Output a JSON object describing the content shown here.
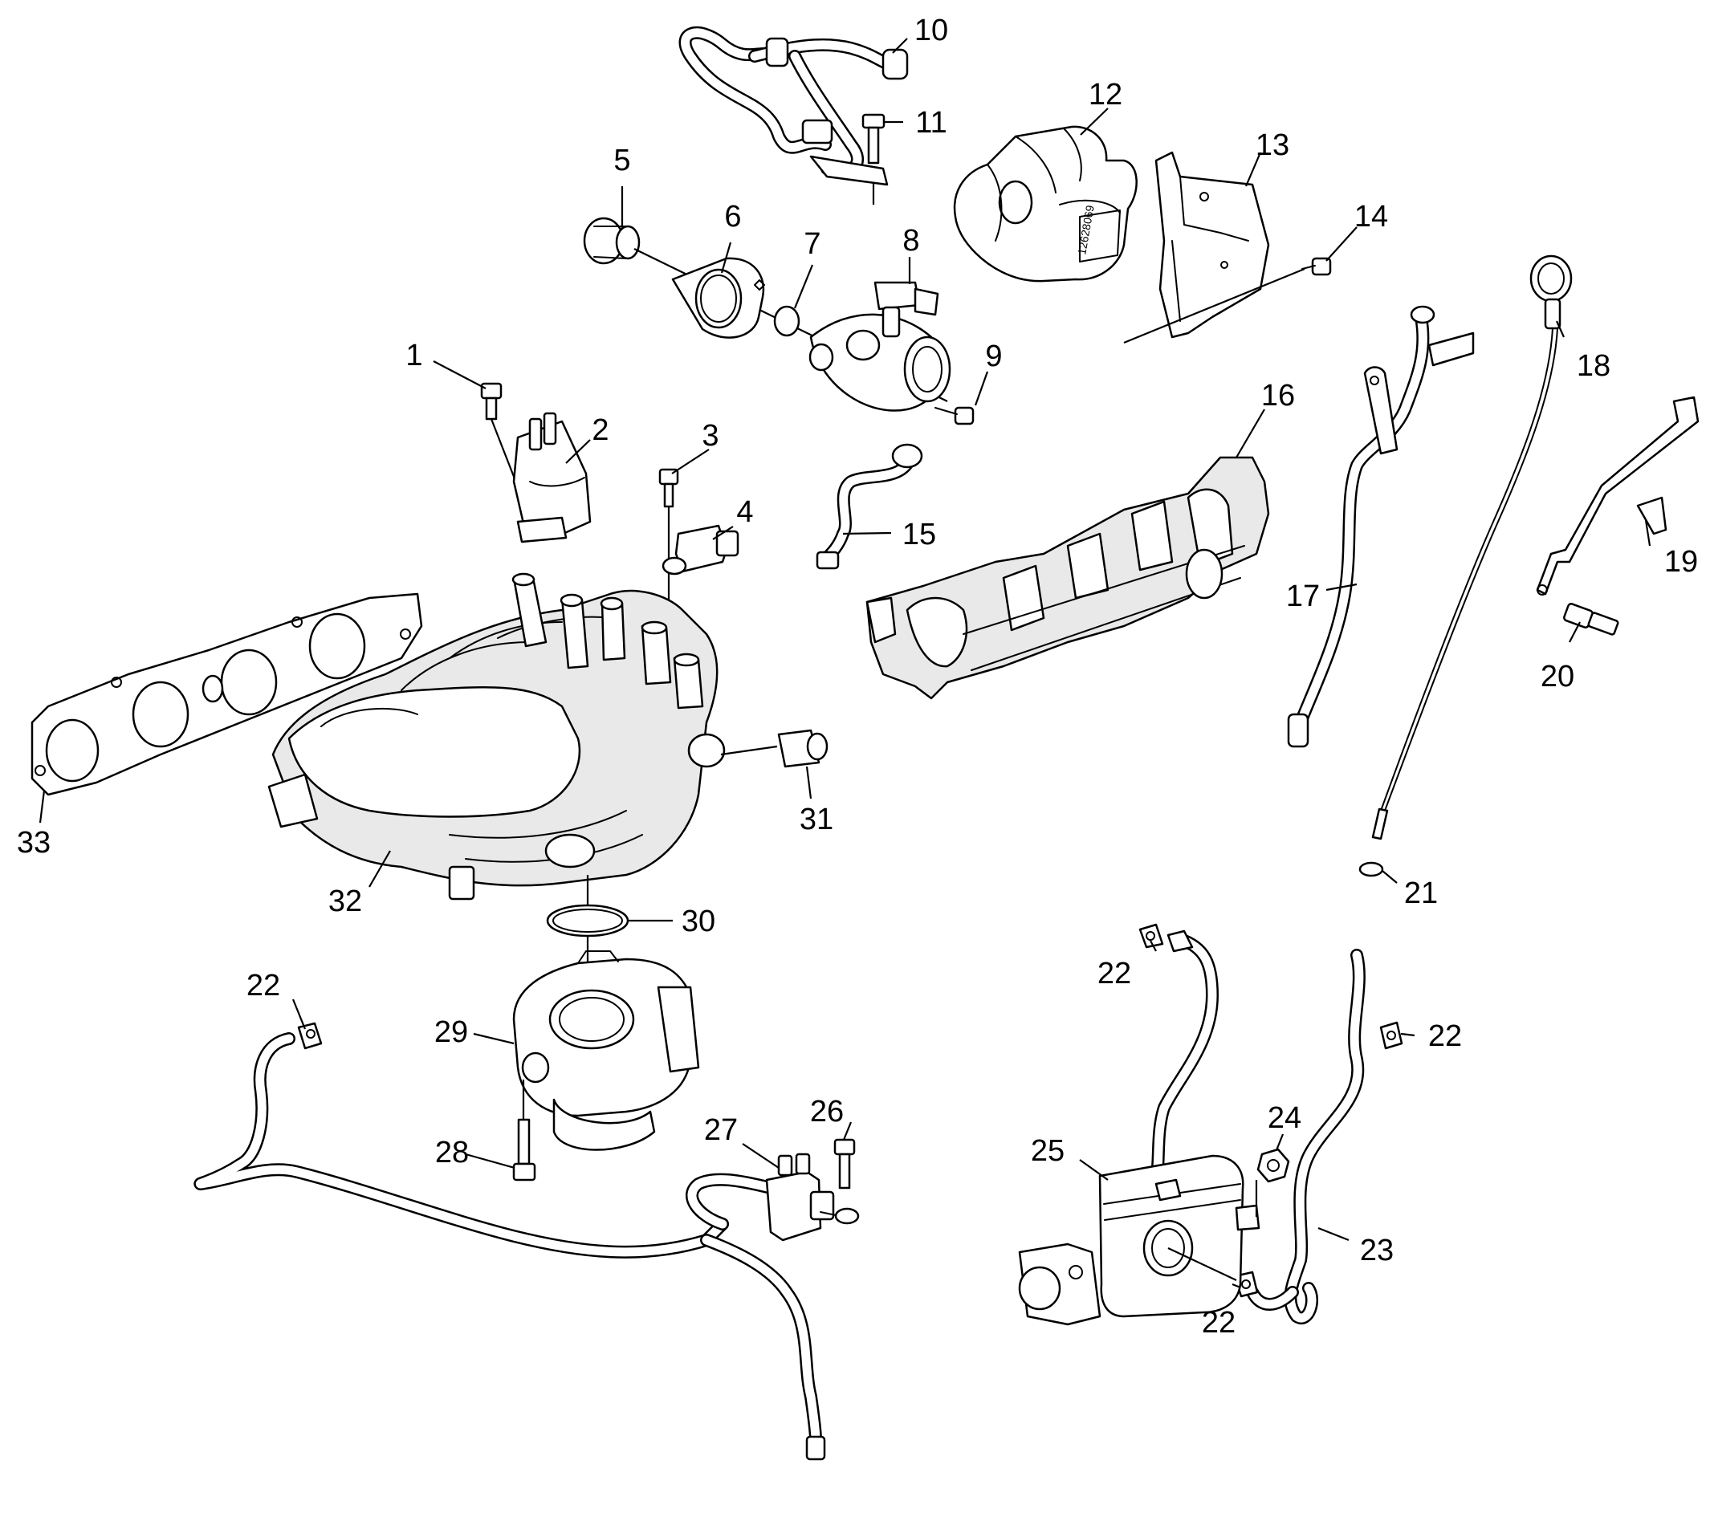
{
  "diagram": {
    "callouts": [
      {
        "id": "c1",
        "text": "1"
      },
      {
        "id": "c2",
        "text": "2"
      },
      {
        "id": "c3",
        "text": "3"
      },
      {
        "id": "c4",
        "text": "4"
      },
      {
        "id": "c5",
        "text": "5"
      },
      {
        "id": "c6",
        "text": "6"
      },
      {
        "id": "c7",
        "text": "7"
      },
      {
        "id": "c8",
        "text": "8"
      },
      {
        "id": "c9",
        "text": "9"
      },
      {
        "id": "c10",
        "text": "10"
      },
      {
        "id": "c11",
        "text": "11"
      },
      {
        "id": "c12",
        "text": "12"
      },
      {
        "id": "c13",
        "text": "13"
      },
      {
        "id": "c14",
        "text": "14"
      },
      {
        "id": "c15",
        "text": "15"
      },
      {
        "id": "c16",
        "text": "16"
      },
      {
        "id": "c17",
        "text": "17"
      },
      {
        "id": "c18",
        "text": "18"
      },
      {
        "id": "c19",
        "text": "19"
      },
      {
        "id": "c20",
        "text": "20"
      },
      {
        "id": "c21",
        "text": "21"
      },
      {
        "id": "c22a",
        "text": "22"
      },
      {
        "id": "c22b",
        "text": "22"
      },
      {
        "id": "c22c",
        "text": "22"
      },
      {
        "id": "c22d",
        "text": "22"
      },
      {
        "id": "c23",
        "text": "23"
      },
      {
        "id": "c24",
        "text": "24"
      },
      {
        "id": "c25",
        "text": "25"
      },
      {
        "id": "c26",
        "text": "26"
      },
      {
        "id": "c27",
        "text": "27"
      },
      {
        "id": "c28",
        "text": "28"
      },
      {
        "id": "c29",
        "text": "29"
      },
      {
        "id": "c30",
        "text": "30"
      },
      {
        "id": "c31",
        "text": "31"
      },
      {
        "id": "c32",
        "text": "32"
      },
      {
        "id": "c33",
        "text": "33"
      }
    ],
    "cover_stamp": "12628069",
    "colors": {
      "line": "#000000",
      "fill": "#ffffff",
      "shade": "#e9e9e9"
    }
  }
}
